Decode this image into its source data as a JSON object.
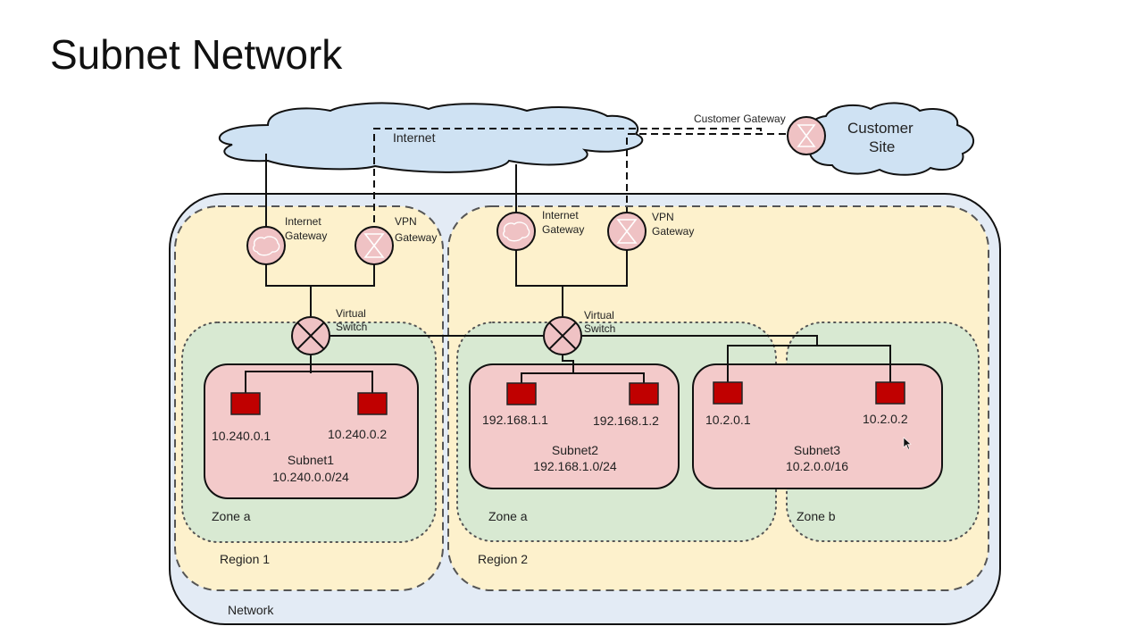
{
  "slide": {
    "title": "Subnet Network"
  },
  "colors": {
    "network_fill": "#e3ebf5",
    "region_fill": "#fdf1cc",
    "zone_fill": "#d8e9d2",
    "subnet_fill": "#f3caca",
    "device_fill": "#c00000",
    "gateway_fill": "#efc2c4",
    "cloud_fill": "#cfe2f3",
    "line": "#111111"
  },
  "internet": {
    "label": "Internet"
  },
  "customer": {
    "site_line1": "Customer",
    "site_line2": "Site",
    "gateway_label": "Customer Gateway"
  },
  "network": {
    "label": "Network"
  },
  "regions": [
    {
      "label": "Region 1",
      "internet_gateway": {
        "line1": "Internet",
        "line2": "Gateway"
      },
      "vpn_gateway": {
        "line1": "VPN",
        "line2": "Gateway"
      },
      "virtual_switch": {
        "line1": "Virtual",
        "line2": "Switch"
      },
      "zones": [
        {
          "label": "Zone a",
          "subnets": [
            {
              "name": "Subnet1",
              "cidr": "10.240.0.0/24",
              "hosts": [
                "10.240.0.1",
                "10.240.0.2"
              ]
            }
          ]
        }
      ]
    },
    {
      "label": "Region 2",
      "internet_gateway": {
        "line1": "Internet",
        "line2": "Gateway"
      },
      "vpn_gateway": {
        "line1": "VPN",
        "line2": "Gateway"
      },
      "virtual_switch": {
        "line1": "Virtual",
        "line2": "Switch"
      },
      "zones": [
        {
          "label": "Zone a",
          "subnets": [
            {
              "name": "Subnet2",
              "cidr": "192.168.1.0/24",
              "hosts": [
                "192.168.1.1",
                "192.168.1.2"
              ]
            }
          ]
        },
        {
          "label": "Zone b",
          "subnets": [
            {
              "name": "Subnet3",
              "cidr": "10.2.0.0/16",
              "hosts": [
                "10.2.0.1",
                "10.2.0.2"
              ]
            }
          ]
        }
      ]
    }
  ]
}
